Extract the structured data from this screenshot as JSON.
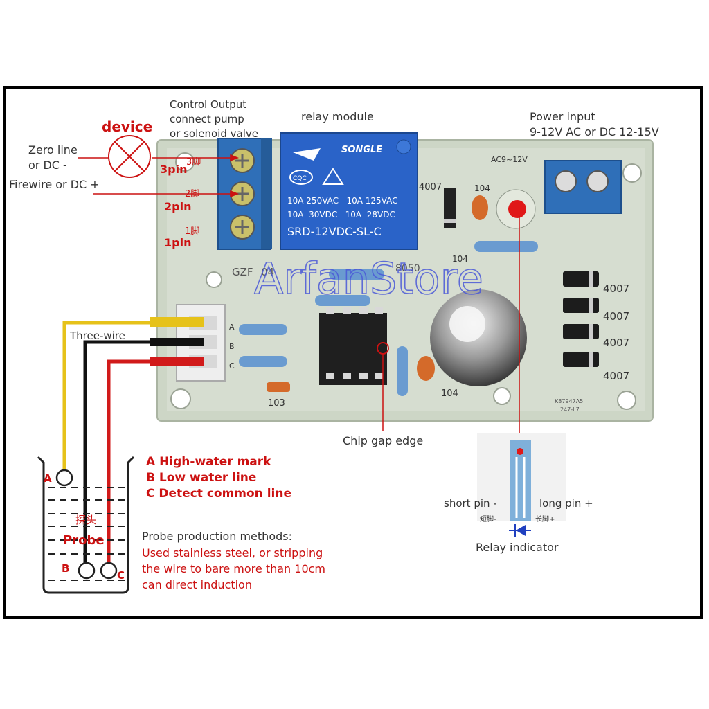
{
  "labels": {
    "device": "device",
    "control_output": [
      "Control Output",
      "connect pump",
      "or solenoid valve"
    ],
    "relay_module": "relay module",
    "power_input": [
      "Power input",
      "9-12V AC or DC 12-15V"
    ],
    "zero_line": [
      "Zero line",
      "or DC -"
    ],
    "firewire": "Firewire or DC +",
    "pins": [
      "3pin",
      "2pin",
      "1pin"
    ],
    "pin_cn": [
      "3脚",
      "2脚",
      "1脚"
    ],
    "three_wire": "Three-wire",
    "chip_gap_edge": "Chip gap edge",
    "legend": [
      "A High-water mark",
      "B Low water line",
      "C Detect common line"
    ],
    "probe_cn": "探头",
    "probe": "Probe",
    "probe_letters": [
      "A",
      "B",
      "C"
    ],
    "probe_methods": [
      "Probe production methods:",
      "Used stainless steel, or stripping",
      "the wire to bare more than 10cm",
      "can direct induction"
    ],
    "short_pin": "short pin -",
    "long_pin": "long pin +",
    "short_pin_cn": "短脚-",
    "long_pin_cn": "长脚+",
    "relay_indicator": "Relay indicator",
    "watermark": "ArfanStore"
  },
  "board": {
    "relay_brand": "SONGLE",
    "relay_cqc": "CQC",
    "relay_ratings": [
      "10A 250VAC   10A 125VAC",
      "10A  30VDC   10A  28VDC"
    ],
    "relay_model": "SRD-12VDC-SL-C",
    "ac_label": "AC9~12V",
    "silk_gzf": "GZF",
    "silk_04": "04",
    "transistor": "8050",
    "diode_top": "4007",
    "cap_104": [
      "104",
      "104",
      "104"
    ],
    "cap_103": "103",
    "diodes": [
      "4007",
      "4007",
      "4007",
      "4007"
    ],
    "connector_letters": [
      "A",
      "B",
      "C"
    ],
    "board_code": [
      "K87947A5",
      "247-L7"
    ]
  },
  "colors": {
    "annotation_red": "#cc1111",
    "text_dark": "#333333",
    "pcb": "#cfd8c8",
    "relay_blue": "#2a63c8",
    "terminal_blue": "#2f6fb8",
    "wire_yellow": "#e6c21a",
    "wire_black": "#111111",
    "wire_red": "#d11a1a"
  }
}
